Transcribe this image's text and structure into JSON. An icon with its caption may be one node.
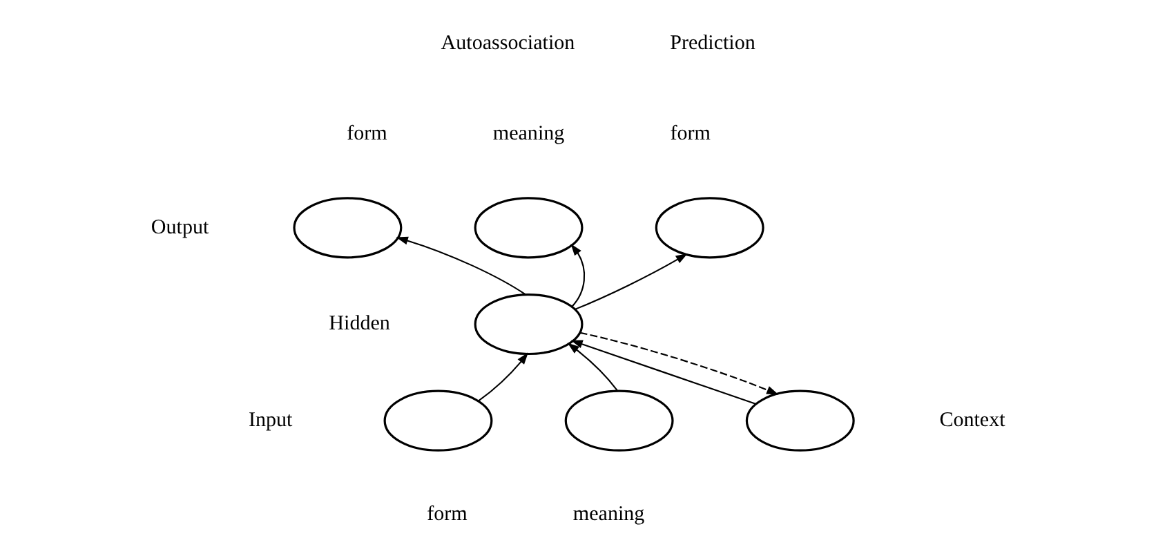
{
  "diagram": {
    "nodes": [
      {
        "text": [],
        "shape": "ellipse",
        "beside": [
          "form"
        ]
      },
      {
        "text": [],
        "shape": "ellipse",
        "beside": [
          "meaning"
        ]
      },
      {
        "text": [],
        "shape": "ellipse",
        "beside": [
          "form"
        ]
      },
      {
        "text": [],
        "shape": "ellipse"
      },
      {
        "text": [],
        "shape": "ellipse",
        "beside": [
          "form"
        ]
      },
      {
        "text": [],
        "shape": "ellipse",
        "beside": [
          "meaning"
        ]
      },
      {
        "text": [],
        "shape": "ellipse"
      }
    ],
    "edges": [
      {
        "from": 4,
        "to": 3,
        "arrow": "to"
      },
      {
        "from": 5,
        "to": 3,
        "arrow": "to"
      },
      {
        "from": 6,
        "to": 3,
        "arrow": "to"
      },
      {
        "from": 3,
        "to": 0,
        "arrow": "to"
      },
      {
        "from": 3,
        "to": 1,
        "arrow": "to"
      },
      {
        "from": 3,
        "to": 2,
        "arrow": "to"
      },
      {
        "from": 3,
        "to": 6,
        "arrow": "to",
        "style": "dashed"
      }
    ],
    "labels": [
      "Autoassociation",
      "Prediction",
      "Output",
      "Hidden",
      "Input",
      "Context"
    ]
  }
}
